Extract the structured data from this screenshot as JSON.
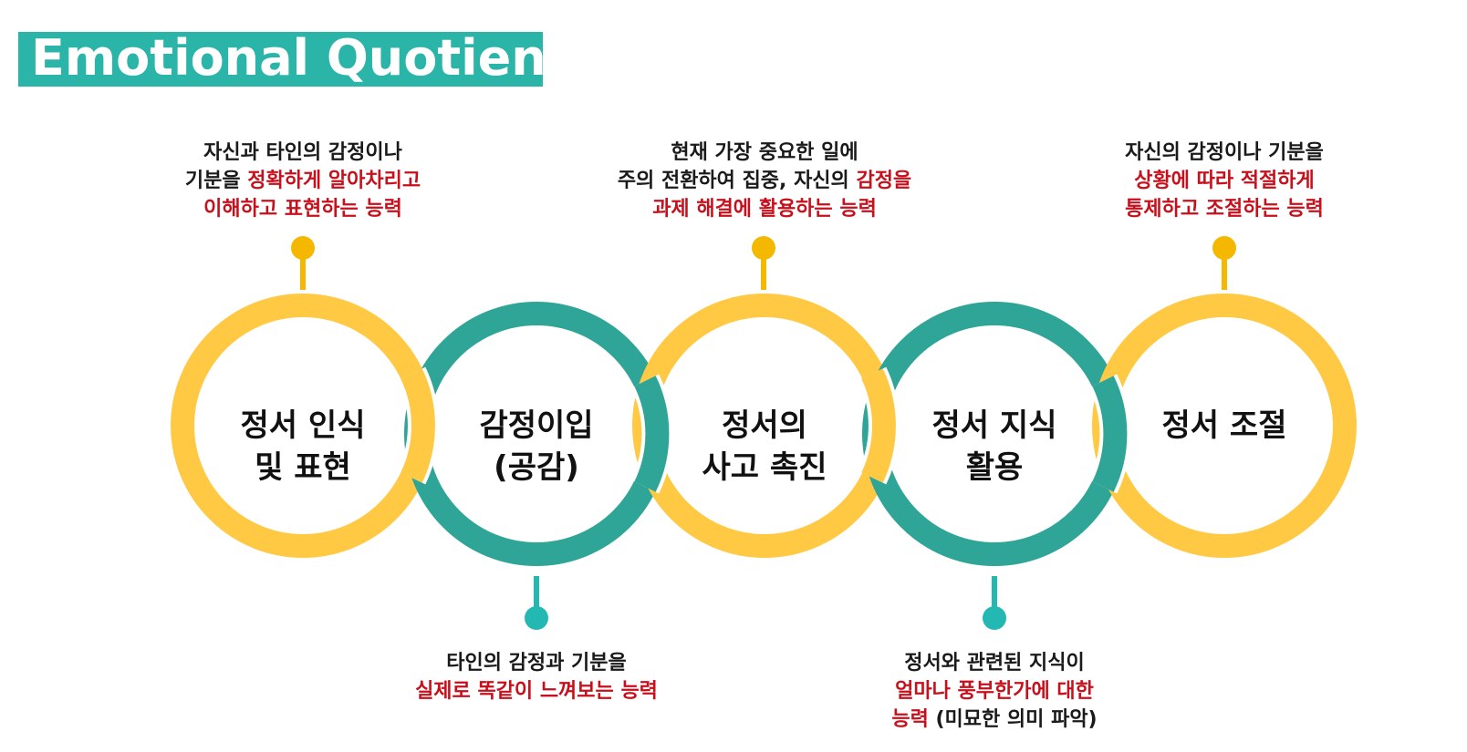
{
  "header": {
    "title": "Emotional Quotient"
  },
  "colors": {
    "yellow": "#ffc944",
    "teal": "#2ea597",
    "title_bg": "#2bb5a9",
    "marker_yellow": "#f5b800",
    "marker_teal": "#24b8b2",
    "highlight_red": "#c8101c"
  },
  "stages": [
    {
      "label_line1": "정서 인식",
      "label_line2": "및 표현",
      "ring_color": "yellow",
      "desc": {
        "l1a": "자신과 타인의 감정이나",
        "l1b": "",
        "l2a": "기분을 ",
        "l2b": "정확하게 알아차리고",
        "l3a": "",
        "l3b": "이해하고 표현하는 능력"
      }
    },
    {
      "label_line1": "감정이입",
      "label_line2": "(공감)",
      "ring_color": "teal",
      "desc": {
        "l1a": "타인의 감정과 기분을",
        "l1b": "",
        "l2a": "",
        "l2b": "실제로 똑같이 느껴보는 능력"
      }
    },
    {
      "label_line1": "정서의",
      "label_line2": "사고 촉진",
      "ring_color": "yellow",
      "desc": {
        "l1a": "현재 가장 중요한 일에",
        "l1b": "",
        "l2a": "주의 전환하여 집중, 자신의 ",
        "l2b": "감정을",
        "l3a": "",
        "l3b": "과제 해결에 활용하는 능력"
      }
    },
    {
      "label_line1": "정서 지식",
      "label_line2": "활용",
      "ring_color": "teal",
      "desc": {
        "l1a": "정서와 관련된 지식이",
        "l1b": "",
        "l2a": "",
        "l2b": "얼마나 풍부한가에 대한",
        "l3a": " (미묘한 의미 파악)",
        "l3b": "능력"
      }
    },
    {
      "label_line1": "정서 조절",
      "label_line2": "",
      "ring_color": "yellow",
      "desc": {
        "l1a": "자신의 감정이나 기분을",
        "l1b": "",
        "l2a": "",
        "l2b": "상황에 따라 적절하게",
        "l3a": "",
        "l3b": "통제하고 조절하는 능력"
      }
    }
  ]
}
